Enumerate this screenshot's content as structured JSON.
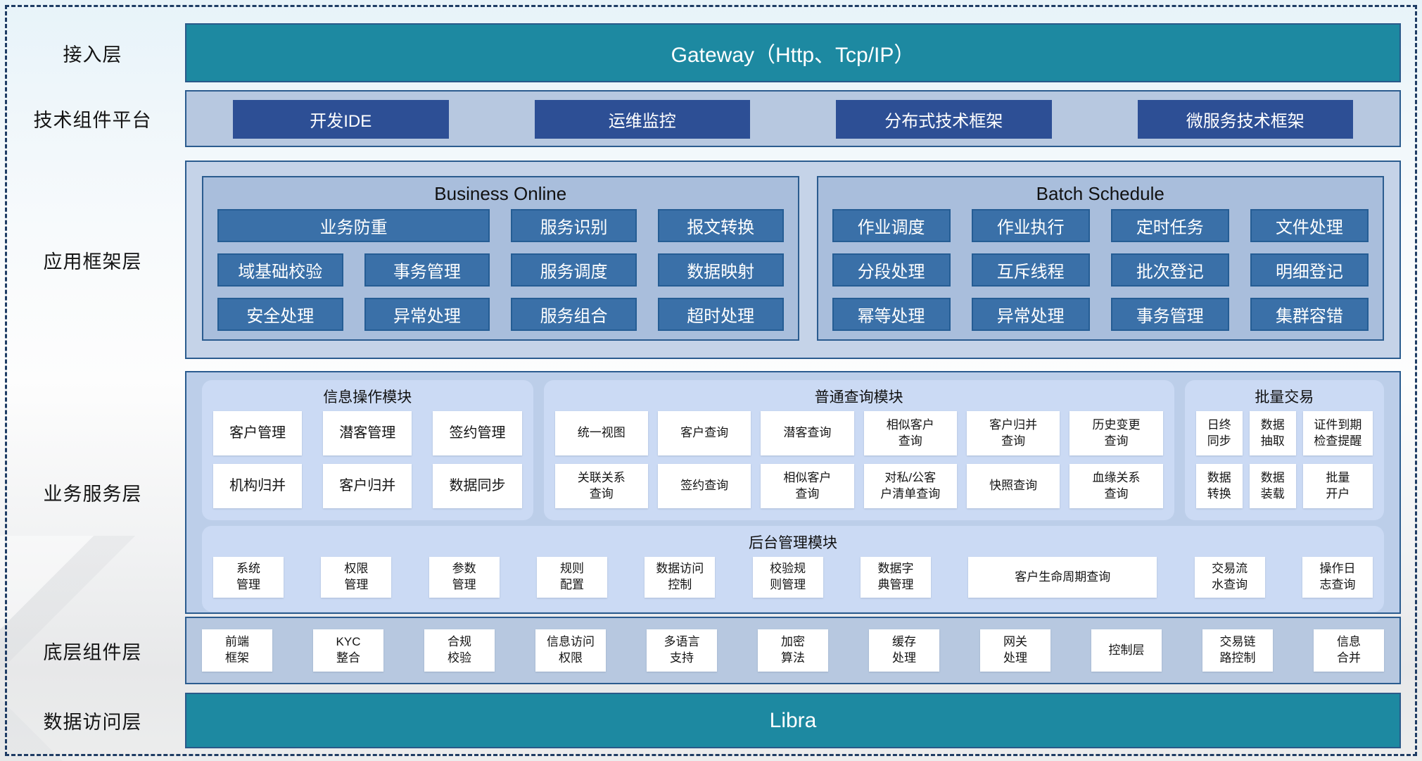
{
  "colors": {
    "teal": "#1d89a1",
    "navy_chip": "#2d4f95",
    "steel_chip": "#3a70a8",
    "panel_outer": "#c5d3e8",
    "panel_section": "#a9bedc",
    "strip": "#b7c8e0",
    "card": "#cbdaf4",
    "box_border": "#2b5c8f",
    "dashed_frame": "#1e3c64"
  },
  "layers": {
    "access": {
      "label": "接入层",
      "gateway_label": "Gateway（Http、Tcp/IP）"
    },
    "tech_platform": {
      "label": "技术组件平台",
      "items": [
        "开发IDE",
        "运维监控",
        "分布式技术框架",
        "微服务技术框架"
      ]
    },
    "app_framework": {
      "label": "应用框架层",
      "business_online": {
        "title": "Business Online",
        "items": [
          {
            "label": "业务防重",
            "span": 2
          },
          "服务识别",
          "报文转换",
          "域基础校验",
          "事务管理",
          "服务调度",
          "数据映射",
          "安全处理",
          "异常处理",
          "服务组合",
          "超时处理"
        ]
      },
      "batch_schedule": {
        "title": "Batch Schedule",
        "items": [
          "作业调度",
          "作业执行",
          "定时任务",
          "文件处理",
          "分段处理",
          "互斥线程",
          "批次登记",
          "明细登记",
          "幂等处理",
          "异常处理",
          "事务管理",
          "集群容错"
        ]
      }
    },
    "business_service": {
      "label": "业务服务层",
      "info_module": {
        "title": "信息操作模块",
        "items": [
          "客户管理",
          "潜客管理",
          "签约管理",
          "机构归并",
          "客户归并",
          "数据同步"
        ]
      },
      "query_module": {
        "title": "普通查询模块",
        "items": [
          "统一视图",
          "客户查询",
          "潜客查询",
          "相似客户\n查询",
          "客户归并\n查询",
          "历史变更\n查询",
          "关联关系\n查询",
          "签约查询",
          "相似客户\n查询",
          "对私/公客\n户清单查询",
          "快照查询",
          "血缘关系\n查询"
        ]
      },
      "batch_trade": {
        "title": "批量交易",
        "items": [
          "日终\n同步",
          "数据\n抽取",
          "证件到期\n检查提醒",
          "数据\n转换",
          "数据\n装载",
          "批量\n开户"
        ]
      },
      "admin_module": {
        "title": "后台管理模块",
        "items": [
          "系统\n管理",
          "权限\n管理",
          "参数\n管理",
          "规则\n配置",
          "数据访问\n控制",
          "校验规\n则管理",
          "数据字\n典管理",
          {
            "label": "客户生命周期查询",
            "wide": true
          },
          "交易流\n水查询",
          "操作日\n志查询"
        ]
      }
    },
    "base_components": {
      "label": "底层组件层",
      "items": [
        "前端\n框架",
        "KYC\n整合",
        "合规\n校验",
        "信息访问\n权限",
        "多语言\n支持",
        "加密\n算法",
        "缓存\n处理",
        "网关\n处理",
        "控制层",
        "交易链\n路控制",
        "信息\n合并"
      ]
    },
    "data_access": {
      "label": "数据访问层",
      "value": "Libra"
    }
  }
}
